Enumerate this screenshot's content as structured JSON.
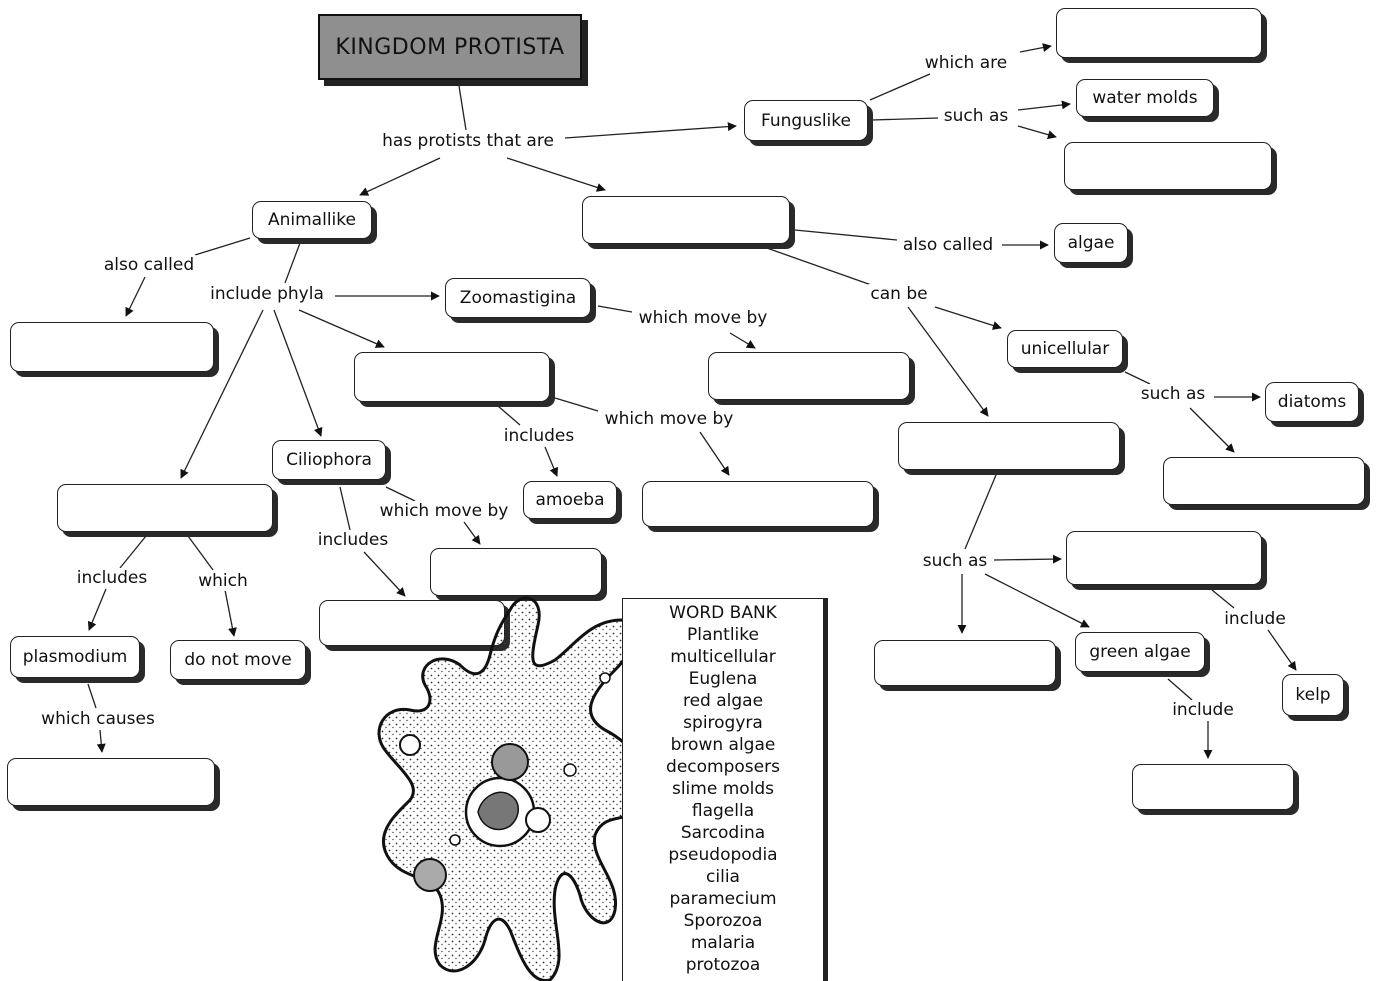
{
  "title": "KINGDOM PROTISTA",
  "nodes": {
    "funguslike": "Funguslike",
    "water_molds": "water molds",
    "animallike": "Animallike",
    "algae": "algae",
    "zoomastigina": "Zoomastigina",
    "unicellular": "unicellular",
    "diatoms": "diatoms",
    "ciliophora": "Ciliophora",
    "amoeba": "amoeba",
    "plasmodium": "plasmodium",
    "do_not_move": "do not move",
    "green_algae": "green algae",
    "kelp": "kelp"
  },
  "links": {
    "has_protists": "has protists that are",
    "which_are": "which are",
    "such_as_1": "such as",
    "also_called_1": "also  called",
    "include_phyla": "include phyla",
    "also_called_2": "also called",
    "can_be": "can be",
    "which_move_by_1": "which move by",
    "which_move_by_2": "which move by",
    "includes_1": "includes",
    "such_as_2": "such as",
    "which_move_by_3": "which move by",
    "includes_2": "includes",
    "includes_3": "includes",
    "which": "which",
    "such_as_3": "such as",
    "include_1": "include",
    "which_causes": "which causes",
    "include_2": "include"
  },
  "word_bank": {
    "heading": "WORD BANK",
    "words": [
      "Plantlike",
      "multicellular",
      "Euglena",
      "red algae",
      "spirogyra",
      "brown algae",
      "decomposers",
      "slime molds",
      "flagella",
      "Sarcodina",
      "pseudopodia",
      "cilia",
      "paramecium",
      "Sporozoa",
      "malaria",
      "protozoa"
    ]
  }
}
